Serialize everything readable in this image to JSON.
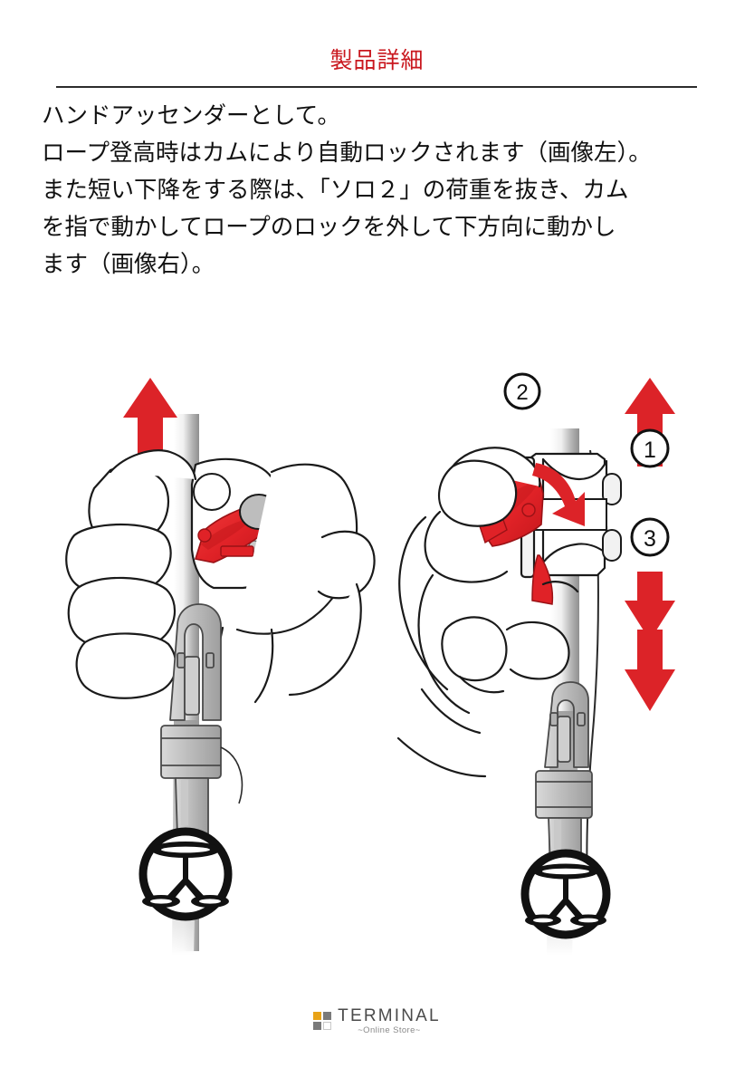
{
  "document": {
    "title": "製品詳細",
    "title_color": "#c9171e",
    "accent_red": "#dc2328",
    "background": "#ffffff"
  },
  "body": {
    "lines": [
      "ハンドアッセンダーとして。",
      "ロープ登高時はカムにより自動ロックされます（画像左）。",
      "また短い下降をする際は、「ソロ２」の荷重を抜き、カム",
      "を指で動かしてロープのロックを外して下方向に動かし",
      "ます（画像右）。"
    ]
  },
  "figure": {
    "left_panel": {
      "caption_ref": "画像左",
      "arrows": [
        {
          "name": "up-arrow",
          "direction": "up",
          "color": "#dc2328"
        }
      ],
      "parts": [
        {
          "name": "rope",
          "color": "#c0c0c0"
        },
        {
          "name": "hand",
          "color": "#ffffff"
        },
        {
          "name": "cam-lever",
          "color": "#e02a2f"
        },
        {
          "name": "device-body",
          "color": "#ffffff"
        },
        {
          "name": "carabiner",
          "color": "#b8b8b8"
        },
        {
          "name": "brand-emblem",
          "color": "#111111"
        }
      ]
    },
    "right_panel": {
      "caption_ref": "画像右",
      "callouts": [
        {
          "label": "1",
          "glyph": "①",
          "meaning": "荷重を抜く方向"
        },
        {
          "label": "2",
          "glyph": "②",
          "meaning": "カムを指で動かす"
        },
        {
          "label": "3",
          "glyph": "③",
          "meaning": "下方向に動かす"
        }
      ],
      "arrows": [
        {
          "name": "up-arrow",
          "direction": "up",
          "color": "#dc2328"
        },
        {
          "name": "curved-arrow",
          "direction": "down-right",
          "color": "#dc2328"
        },
        {
          "name": "double-down-arrow",
          "direction": "down",
          "color": "#dc2328"
        }
      ],
      "parts": [
        {
          "name": "rope",
          "color": "#c0c0c0"
        },
        {
          "name": "hand",
          "color": "#ffffff"
        },
        {
          "name": "cam-lever",
          "color": "#e02a2f"
        },
        {
          "name": "device-body",
          "color": "#ffffff"
        },
        {
          "name": "carabiner",
          "color": "#b8b8b8"
        },
        {
          "name": "brand-emblem",
          "color": "#111111"
        }
      ]
    }
  },
  "footer": {
    "logo_name": "TERMINAL",
    "logo_sub": "~Online Store~",
    "mark_colors": {
      "top_left": "#e8a317",
      "top_right": "#7a7a7a",
      "bottom_left": "#7a7a7a",
      "bottom_right": "#ffffff"
    }
  }
}
